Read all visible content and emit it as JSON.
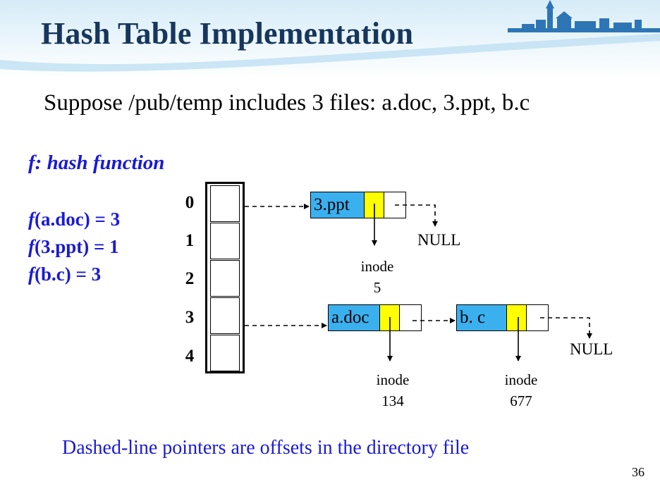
{
  "slide": {
    "title": "Hash Table Implementation",
    "subtitle": "Suppose /pub/temp includes 3 files: a.doc, 3.ppt, b.c",
    "hash_label": "f: hash function",
    "hash_results": [
      {
        "fn": "f",
        "text": "(a.doc) = 3"
      },
      {
        "fn": "f",
        "text": "(3.ppt) = 1"
      },
      {
        "fn": "f",
        "text": "(b.c) = 3"
      }
    ],
    "footnote": "Dashed-line pointers are offsets in the directory file",
    "page_number": "36"
  },
  "diagram": {
    "indices": [
      "0",
      "1",
      "2",
      "3",
      "4"
    ],
    "nodes": [
      {
        "name": "3.ppt",
        "inode_label": "inode",
        "inode_number": "5"
      },
      {
        "name": "a.doc",
        "inode_label": "inode",
        "inode_number": "134"
      },
      {
        "name": "b. c",
        "inode_label": "inode",
        "inode_number": "677"
      }
    ],
    "null_labels": [
      "NULL",
      "NULL"
    ],
    "colors": {
      "name_fill": "#3bb0ef",
      "pointer_fill": "#ffff00",
      "title_color": "#17365d",
      "accent_text": "#1a1ad6"
    }
  }
}
